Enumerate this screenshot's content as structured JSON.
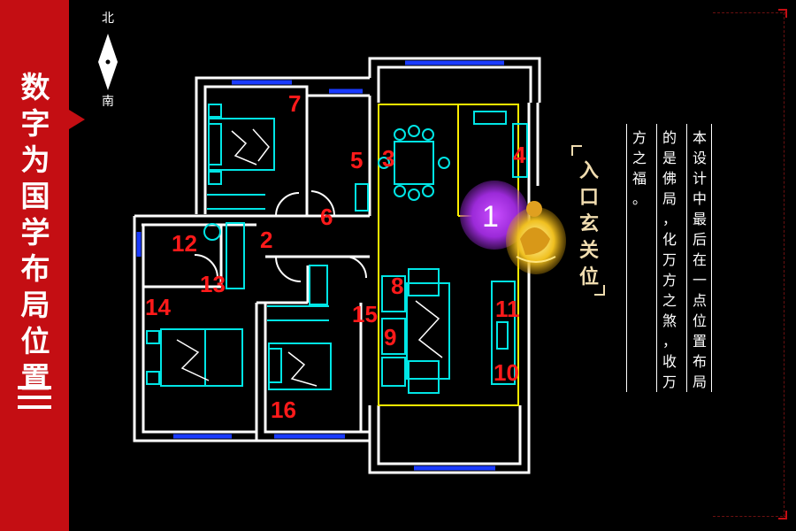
{
  "sidebar": {
    "title_chars": [
      "数",
      "字",
      "为",
      "国",
      "学",
      "布",
      "局",
      "位",
      "置"
    ],
    "color": "#c40e13"
  },
  "compass": {
    "north": "北",
    "south": "南"
  },
  "plan": {
    "wall_color": "#ffffff",
    "furniture_color": "#00e5e5",
    "window_color": "#1a3bff",
    "zone_color": "#ffee00",
    "number_color": "#ff1a1a",
    "labels": [
      "2",
      "3",
      "4",
      "5",
      "6",
      "7",
      "8",
      "9",
      "10",
      "11",
      "12",
      "13",
      "14",
      "15",
      "16"
    ],
    "highlight_number": "1",
    "highlight_color": "#b23cf0"
  },
  "entrance": {
    "chars": [
      "入",
      "口",
      "玄",
      "关",
      "位"
    ],
    "color": "#f1ddb0"
  },
  "description": {
    "columns": [
      [
        "本",
        "设",
        "计",
        "中",
        "最",
        "后",
        "在",
        "一",
        "点",
        "位",
        "置",
        "布",
        "局"
      ],
      [
        "的",
        "是",
        "佛",
        "局",
        "，",
        "化",
        "万",
        "方",
        "之",
        "煞",
        "，",
        "收",
        "万"
      ],
      [
        "方",
        "之",
        "福",
        "。"
      ]
    ]
  }
}
